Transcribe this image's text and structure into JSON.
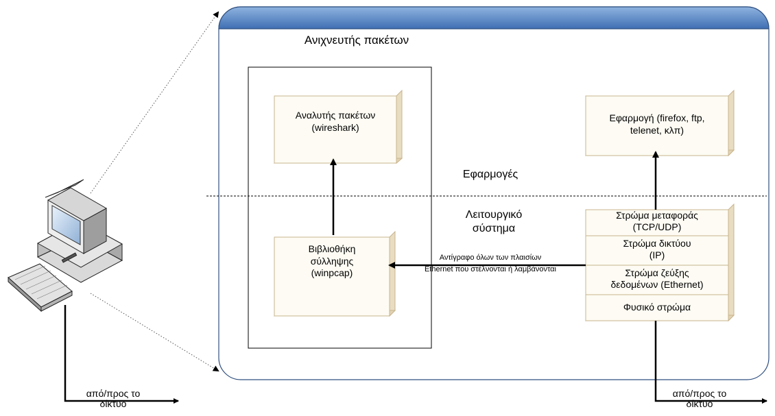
{
  "panel_title": "Ανιχνευτής πακέτων",
  "analyzer": {
    "line1": "Αναλυτής πακέτων",
    "line2": "(wireshark)"
  },
  "capture_lib": {
    "line1": "Βιβλιοθήκη",
    "line2": "σύλληψης",
    "line3": "(winpcap)"
  },
  "application": {
    "line1": "Εφαρμογή (firefox, ftp,",
    "line2": "telenet, κλπ)"
  },
  "applications_label": "Εφαρμογές",
  "os_label": {
    "line1": "Λειτουργικό",
    "line2": "σύστημα"
  },
  "layers": [
    {
      "line1": "Στρώμα μεταφοράς",
      "line2": "(TCP/UDP)"
    },
    {
      "line1": "Στρώμα δικτύου",
      "line2": "(IP)"
    },
    {
      "line1": "Στρώμα ζεύξης",
      "line2": "δεδομένων (Ethernet)"
    },
    {
      "line1": "Φυσικό στρώμα",
      "line2": ""
    }
  ],
  "copy_label": {
    "line1": "Αντίγραφο όλων των πλαισίων",
    "line2": "Ethernet που στέλνονται ή λαμβάνονται"
  },
  "network_left": {
    "line1": "από/προς το",
    "line2": "δίκτυο"
  },
  "network_right": {
    "line1": "από/προς το",
    "line2": "δίκτυο"
  },
  "colors": {
    "panel_header": "#5b86c3",
    "box_fill": "#fdfbf3",
    "box_border": "#c8b58e",
    "box_side": "#e8dcc1"
  },
  "icons": [
    "computer-icon",
    "keyboard-icon"
  ]
}
